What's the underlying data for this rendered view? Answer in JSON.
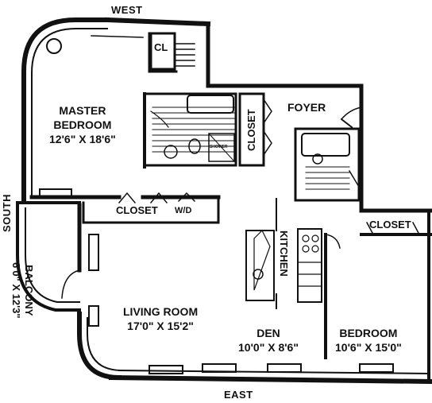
{
  "compass": {
    "north_top": "WEST",
    "bottom": "EAST",
    "left": "SOUTH"
  },
  "rooms": {
    "master_bedroom": {
      "name_line1": "MASTER",
      "name_line2": "BEDROOM",
      "dims": "12'6\" X 18'6\""
    },
    "foyer": {
      "name": "FOYER"
    },
    "balcony": {
      "name": "BALCONY",
      "dims": "6'0\" X 12'3\""
    },
    "living_room": {
      "name": "LIVING ROOM",
      "dims": "17'0\" X 15'2\""
    },
    "kitchen": {
      "name": "KITCHEN"
    },
    "den": {
      "name": "DEN",
      "dims": "10'0\" X 8'6\""
    },
    "bedroom": {
      "name": "BEDROOM",
      "dims": "10'6\" X 15'0\""
    }
  },
  "closets": {
    "cl": "CL",
    "closet_vertical": "CLOSET",
    "closet_hall": "CLOSET",
    "wd": "W/D",
    "closet_bedroom": "CLOSET"
  },
  "fixtures": {
    "shower": "SHOWER"
  }
}
